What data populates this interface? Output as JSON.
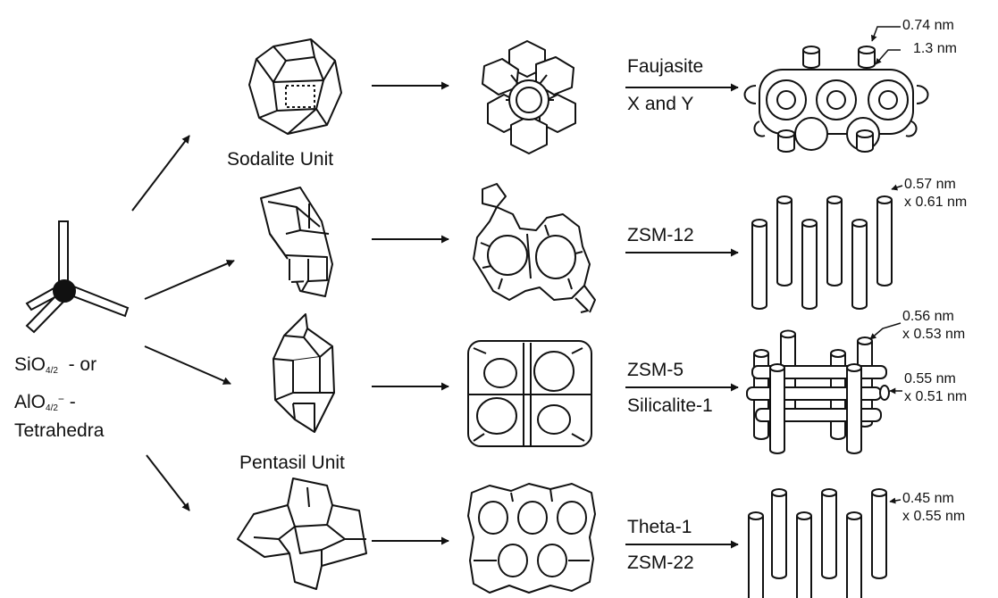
{
  "tetrahedra": {
    "line1": {
      "main": "SiO",
      "sub": "4/2",
      "suffix": "  - or"
    },
    "line2": {
      "main": "AlO",
      "sub": "4/2",
      "sup": "−",
      "suffix": " -"
    },
    "line3": "Tetrahedra"
  },
  "units": {
    "sodalite": "Sodalite Unit",
    "pentasil": "Pentasil Unit"
  },
  "zeolites": [
    {
      "line1": "Faujasite",
      "line2": "X and Y",
      "dims": [
        "0.74 nm",
        "1.3 nm"
      ]
    },
    {
      "line1": "ZSM-12",
      "line2": "",
      "dims": [
        "0.57 nm",
        "x 0.61 nm"
      ]
    },
    {
      "line1": "ZSM-5",
      "line2": "Silicalite-1",
      "dims": [
        "0.56 nm",
        "x 0.53 nm",
        "0.55 nm",
        "x 0.51 nm"
      ]
    },
    {
      "line1": "Theta-1",
      "line2": "ZSM-22",
      "dims": [
        "0.45 nm",
        "x 0.55 nm"
      ]
    }
  ]
}
